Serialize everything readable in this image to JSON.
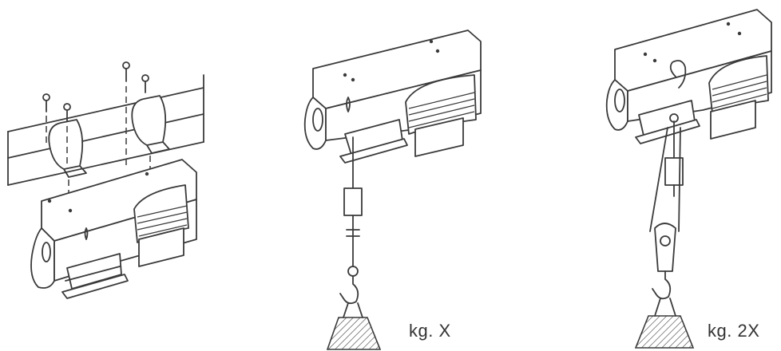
{
  "figures": [
    {
      "id": "mounting",
      "label": ""
    },
    {
      "id": "single-line",
      "label": "kg.  X"
    },
    {
      "id": "double-line",
      "label": "kg.  2X"
    }
  ]
}
